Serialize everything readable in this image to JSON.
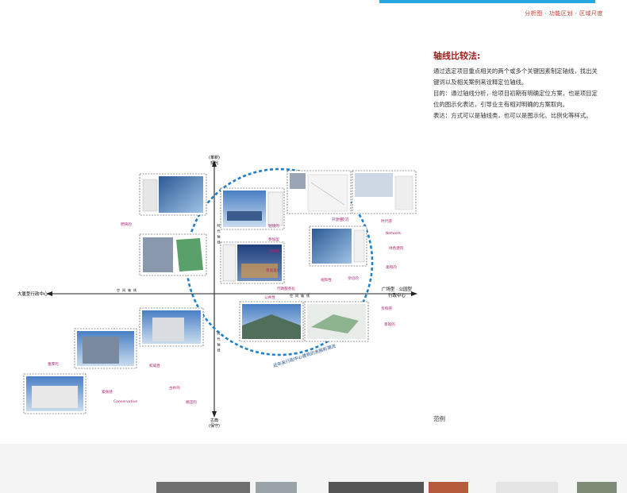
{
  "header": {
    "tagline": "分析图 · 功能区划 · 区域尺度"
  },
  "method": {
    "title": "轴线比较法:",
    "lines": [
      "通过选定项目重点相关的两个或多个关键因素制定轴线，找出关",
      "键词以及相关案例来诠释定位轴线。",
      "目的：通过轴线分析，给项目初期有明确定位方案，也是项目定",
      "位的图示化表达，引导业主有相对明确的方案取向。",
      "表达：方式可以是轴线类，也可以是图示化、比例化等样式。"
    ]
  },
  "diagram": {
    "axis_top_lines": [
      "(革新)",
      "现代"
    ],
    "axis_bottom_lines": [
      "古典",
      "(保守)"
    ],
    "axis_left": "大厦型行政中心",
    "axis_right_lines": [
      "广场型 · 公园型",
      "行政中心"
    ],
    "upper_axis_label": "时代轴线",
    "lower_axis_label": "时代轴线",
    "left_axis_label": "空间轴线",
    "right_axis_label": "空间轴线",
    "circle_caption": "近年来行政中心建筑的发展新潮流",
    "keywords": [
      "明快的",
      "轻快的",
      "参加型",
      "透明性",
      "开放性",
      "交流",
      "时代感",
      "Network",
      "绿色建筑",
      "柔和的",
      "景观设计",
      "行政服务化",
      "视和性",
      "亲切的",
      "公共性",
      "亲和感",
      "景观的",
      "重厚的",
      "权威性",
      "紧张感",
      "Conservative",
      "古朴的",
      "端庄的"
    ]
  },
  "example_label": "范例",
  "colors": {
    "accent_blue": "#2aa6de",
    "circle_blue": "#1f7fc9",
    "keyword_magenta": "#b0206e",
    "title_red": "#a31d1d"
  }
}
